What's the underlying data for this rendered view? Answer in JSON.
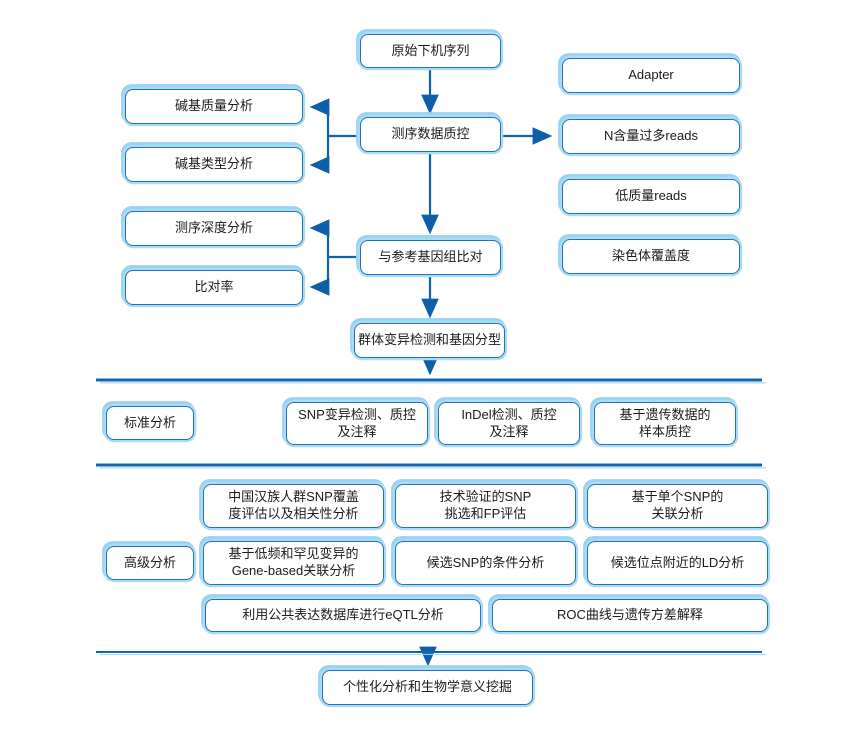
{
  "diagram": {
    "type": "flowchart",
    "language": "zh-CN",
    "colors": {
      "node_border_dark": "#2272b8",
      "node_border_light": "#a9dbf5",
      "arrow": "#0d5fa9",
      "divider_dark": "#1565ad",
      "divider_light": "#a3d5f0",
      "text": "#1b1b1b",
      "background": "#ffffff"
    },
    "sections": {
      "standard_label": "标准分析",
      "advanced_label": "高级分析"
    }
  },
  "nodes": [
    {
      "name": "raw-sequence",
      "label": "原始下机序列"
    },
    {
      "name": "sequencing-qc",
      "label": "测序数据质控"
    },
    {
      "name": "align-reference",
      "label": "与参考基因组比对"
    },
    {
      "name": "variant-calling",
      "label": "群体变异检测和基因分型"
    },
    {
      "name": "base-quality",
      "label": "碱基质量分析"
    },
    {
      "name": "base-type",
      "label": "碱基类型分析"
    },
    {
      "name": "depth-analysis",
      "label": "测序深度分析"
    },
    {
      "name": "mapping-rate",
      "label": "比对率"
    },
    {
      "name": "adapter",
      "label": "Adapter"
    },
    {
      "name": "n-content-reads",
      "label": "N含量过多reads"
    },
    {
      "name": "low-quality-reads",
      "label": "低质量reads"
    },
    {
      "name": "chromosome-coverage",
      "label": "染色体覆盖度"
    },
    {
      "name": "standard-analysis",
      "label": "标准分析"
    },
    {
      "name": "snp-detection",
      "label": "SNP变异检测、质控\n及注释"
    },
    {
      "name": "indel-detection",
      "label": "InDel检测、质控\n及注释"
    },
    {
      "name": "genetic-sample-qc",
      "label": "基于遗传数据的\n样本质控"
    },
    {
      "name": "han-snp-coverage",
      "label": "中国汉族人群SNP覆盖\n度评估以及相关性分析"
    },
    {
      "name": "validated-snp-fp",
      "label": "技术验证的SNP\n挑选和FP评估"
    },
    {
      "name": "single-snp-association",
      "label": "基于单个SNP的\n关联分析"
    },
    {
      "name": "advanced-analysis",
      "label": "高级分析"
    },
    {
      "name": "gene-based-association",
      "label": "基于低频和罕见变异的\nGene-based关联分析"
    },
    {
      "name": "conditional-analysis",
      "label": "候选SNP的条件分析"
    },
    {
      "name": "ld-analysis",
      "label": "候选位点附近的LD分析"
    },
    {
      "name": "eqtl-analysis",
      "label": "利用公共表达数据库进行eQTL分析"
    },
    {
      "name": "roc-heritability",
      "label": "ROC曲线与遗传方差解释"
    },
    {
      "name": "personalized-analysis",
      "label": "个性化分析和生物学意义挖掘"
    }
  ]
}
